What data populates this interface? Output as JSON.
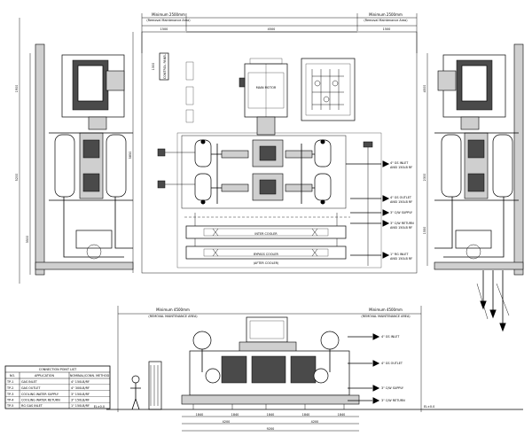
{
  "dimensions": {
    "top_min": "Minimum 2500mm",
    "top_min_sub": "(Removal Maintenance Area)",
    "top_min_right": "Minimum 2500mm",
    "top_min_right_sub": "(Removal Maintenance Area)",
    "seg_1500": "1500",
    "seg_4500": "4500",
    "seg_1500b": "1500",
    "d_4500": "4500",
    "d_2300": "2300",
    "d_1550": "1550",
    "d_5850": "5850",
    "d_1300": "1300",
    "d_1900": "1900",
    "d_5200": "5200",
    "d_3500": "3500",
    "elev_min_left": "Minimum 4500mm",
    "elev_min_left_sub": "(REMOVAL MAINTENANCE AREA)",
    "elev_min_right": "Minimum 4500mm",
    "elev_min_right_sub": "(REMOVAL MAINTENANCE AREA)",
    "el_left": "EL±0.0",
    "el_right": "EL±0.0",
    "b_1840a": "1840",
    "b_1840b": "1840",
    "b_1840c": "1840",
    "b_1840d": "1840",
    "b_1840e": "1840",
    "b_4200a": "4200",
    "b_4200b": "4200",
    "b_9200": "9200"
  },
  "labels": {
    "main_motor": "MAIN MOTOR",
    "control_panel": "CONTROL PANEL",
    "inter_cooler": "INTER COOLER",
    "bypass_cooler": "BYPASS COOLER",
    "after_cooler": "(AFTER COOLER)",
    "gas_inlet": "4\" GS INLET",
    "gas_inlet_sub": "ANSI 150LB RF",
    "gas_outlet": "4\" GS OUTLET",
    "gas_outlet_sub": "ANSI 150LB RF",
    "cw_supply": "3\" C/W SUPPLY",
    "cw_return": "3\" C/W RETURN",
    "cw_sub": "ANSI 150LB RF",
    "rg_inlet": "1\" RG INLET",
    "rg_inlet_sub": "ANSI 150LB RF"
  },
  "connection_table": {
    "title": "CONNECTION POINT LIST",
    "headers": [
      "NO.",
      "APPLICATION",
      "NOMINAL/CONN. METHOD"
    ],
    "rows": [
      [
        "TP-1",
        "GAS INLET",
        "4\" 150LB/RF"
      ],
      [
        "TP-2",
        "GAS OUTLET",
        "4\" 300LB/RF"
      ],
      [
        "TP-3",
        "COOLING WATER SUPPLY",
        "3\" 150LB/RF"
      ],
      [
        "TP-4",
        "COOLING WATER RETURN",
        "3\" 150LB/RF"
      ],
      [
        "TP-5",
        "RG GAS INLET",
        "1\" 150LB/RF"
      ]
    ]
  }
}
